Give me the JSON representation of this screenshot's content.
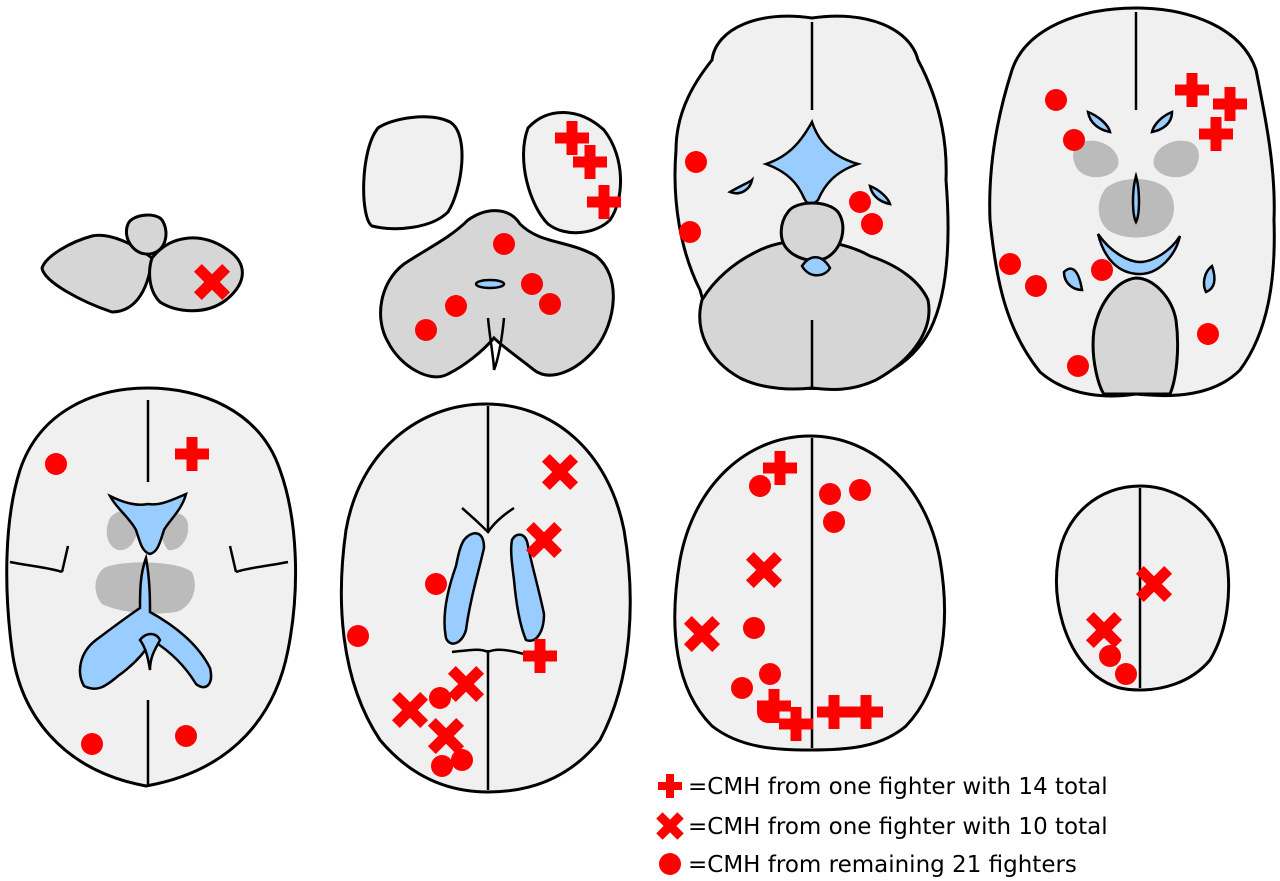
{
  "colors": {
    "marker": "#ff0000",
    "ventricle": "#99ccff",
    "white_matter": "#f0f0f0",
    "grey_matter": "#d6d6d6",
    "deep_grey": "#a9a9a9"
  },
  "legend": [
    {
      "symbol": "plus",
      "text": "=CMH from one fighter with 14 total"
    },
    {
      "symbol": "cross",
      "text": "=CMH from one fighter with 10 total"
    },
    {
      "symbol": "dot",
      "text": "=CMH from remaining 21 fighters"
    }
  ]
}
